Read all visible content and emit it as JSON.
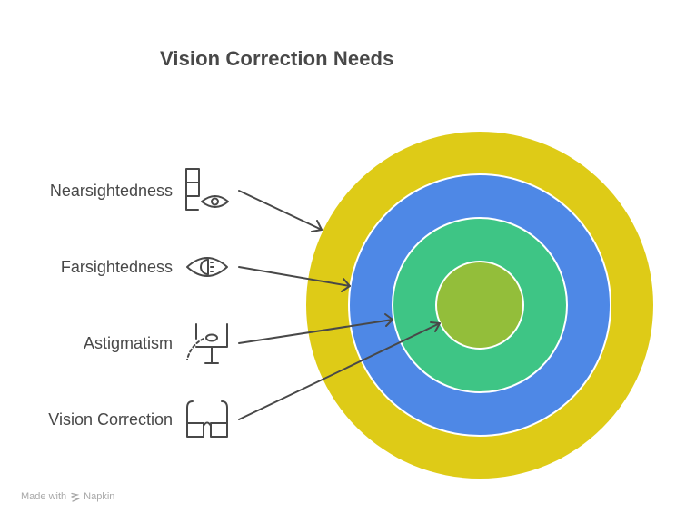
{
  "title": "Vision Correction Needs",
  "layers": [
    {
      "label": "Nearsightedness",
      "icon": "eye-chart-icon",
      "color": "#DECB17",
      "level": 1
    },
    {
      "label": "Farsightedness",
      "icon": "eye-half-iris-icon",
      "color": "#4E88E6",
      "level": 2
    },
    {
      "label": "Astigmatism",
      "icon": "astigmatism-lens-icon",
      "color": "#3EC585",
      "level": 3
    },
    {
      "label": "Vision Correction",
      "icon": "glasses-icon",
      "color": "#93BE3A",
      "level": 4
    }
  ],
  "colors": {
    "text": "#484848",
    "arrow": "#484848",
    "ring_border": "#ffffff",
    "footer": "#a8a8a8"
  },
  "footer": {
    "made_with": "Made with",
    "brand": "Napkin",
    "brand_icon": "napkin-logo-icon"
  }
}
